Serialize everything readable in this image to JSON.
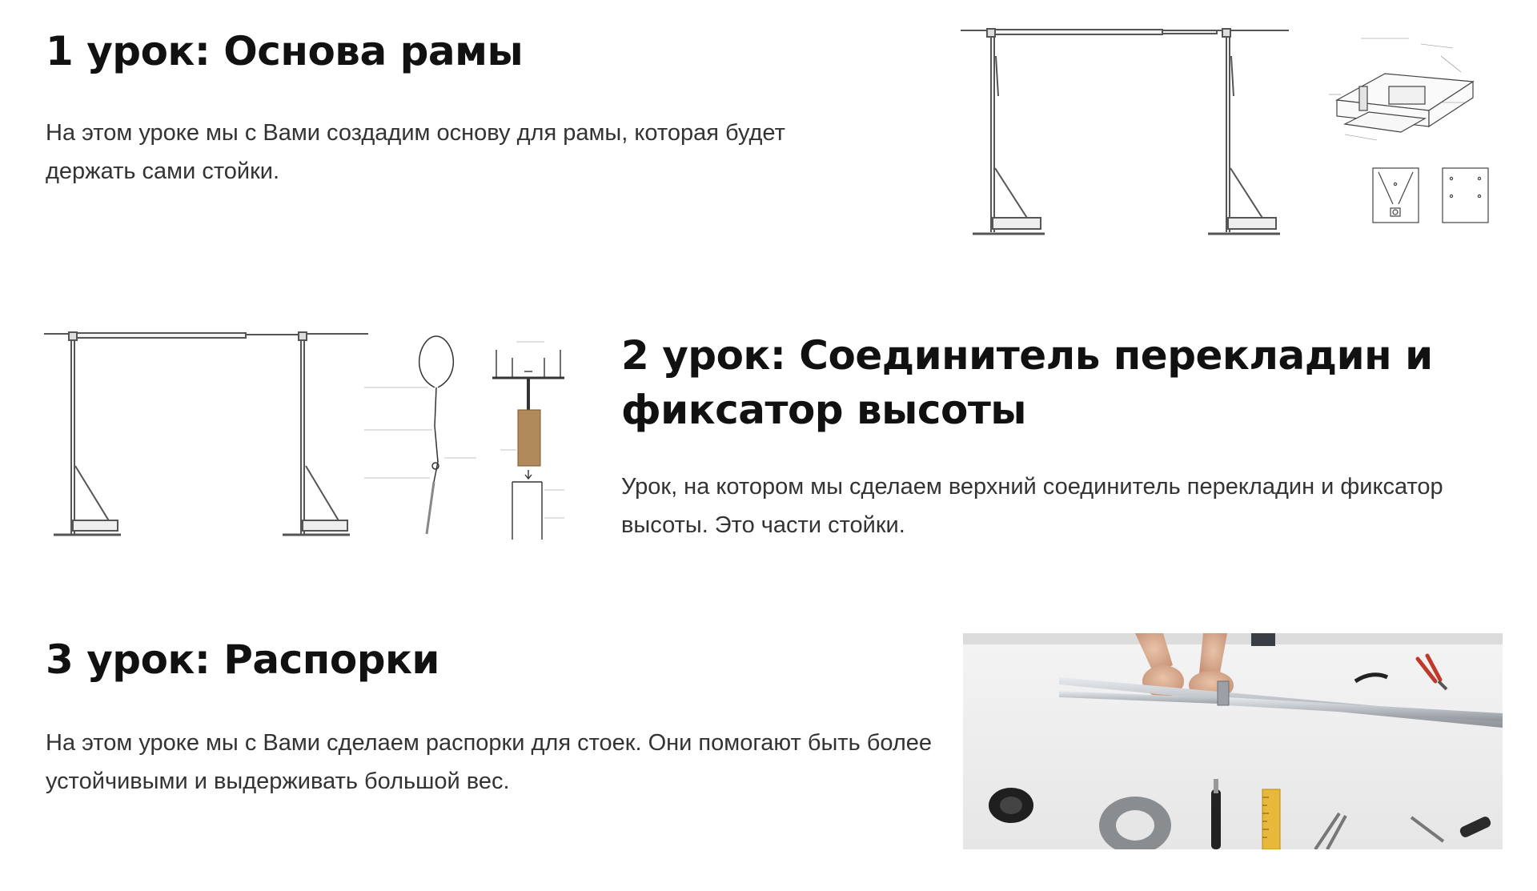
{
  "lessons": [
    {
      "title": "1 урок: Основа рамы",
      "description": "На этом уроке мы с Вами создадим основу для рамы, которая будет держать сами стойки.",
      "image_icon": "frame-base-drawing"
    },
    {
      "title": "2 урок: Соединитель перекладин и фиксатор высоты",
      "description": "Урок, на котором мы сделаем верхний соединитель перекладин и фиксатор высоты. Это части стойки.",
      "image_icon": "crossbar-connector-drawing"
    },
    {
      "title": "3 урок: Распорки",
      "description": "На этом уроке мы с Вами сделаем распорки для стоек. Они помогают быть более устойчивыми и выдерживать большой вес.",
      "image_icon": "struts-workshop-photo"
    }
  ],
  "colors": {
    "text": "#111111",
    "muted_text": "#333333",
    "background": "#ffffff",
    "wood": "#b08a5a",
    "metal": "#b9bec4"
  }
}
